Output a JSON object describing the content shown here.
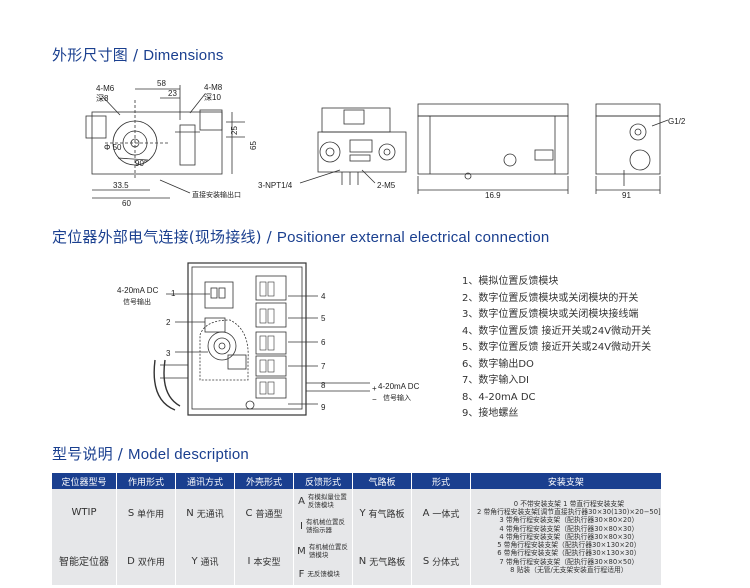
{
  "sections": {
    "dimensions": {
      "cn": "外形尺寸图",
      "sep": " / ",
      "en": "Dimensions"
    },
    "connection": {
      "cn": "定位器外部电气连接(现场接线)",
      "sep": " / ",
      "en": "Positioner external electrical connection"
    },
    "model": {
      "cn": "型号说明",
      "sep": " / ",
      "en": "Model description"
    }
  },
  "dim_labels": {
    "m6": "4-M6",
    "m6depth": "深8",
    "w58": "58",
    "w23": "23",
    "m8": "4-M8",
    "m8depth": "深10",
    "h25": "25",
    "h65": "65",
    "dia50": "Φ 50",
    "angle": "90°",
    "w33": "33.5",
    "w60": "60",
    "bracket": "直接安装输出口",
    "npt": "3-NPT1/4",
    "m5": "2-M5",
    "w169": "16.9",
    "g12": "G1/2",
    "w91": "91"
  },
  "wiring": {
    "top_left_lines": [
      "4-20mA DC",
      "信号输出"
    ],
    "right_lines": [
      "4-20mA DC",
      "信号输入"
    ],
    "numbers": [
      "1",
      "2",
      "3",
      "4",
      "5",
      "6",
      "7",
      "8",
      "9"
    ],
    "plus": "+",
    "minus": "−"
  },
  "legend": [
    "1、模拟位置反馈模块",
    "2、数字位置反馈模块或关闭模块的开关",
    "3、数字位置反馈模块或关闭模块接线端",
    "4、数字位置反馈 接近开关或24V微动开关",
    "5、数字位置反馈 接近开关或24V微动开关",
    "6、数字输出DO",
    "7、数字输入DI",
    "8、4-20mA DC",
    "9、接地螺丝"
  ],
  "model_table": {
    "headers": [
      "定位器型号",
      "作用形式",
      "通讯方式",
      "外壳形式",
      "反馈形式",
      "气路板",
      "形式",
      "安装支架"
    ],
    "model_names": [
      "WTIP",
      "智能定位器"
    ],
    "action": [
      {
        "k": "S",
        "v": "单作用"
      },
      {
        "k": "D",
        "v": "双作用"
      }
    ],
    "comm": [
      {
        "k": "N",
        "v": "无通讯"
      },
      {
        "k": "Y",
        "v": "通讯"
      }
    ],
    "housing": [
      {
        "k": "C",
        "v": "普通型"
      },
      {
        "k": "I",
        "v": "本安型"
      }
    ],
    "feedback": [
      {
        "k": "A",
        "v": "有模拟量位置反馈模块"
      },
      {
        "k": "I",
        "v": "有机械位置反馈指示器"
      },
      {
        "k": "M",
        "v": "有机械位置反馈模块"
      },
      {
        "k": "F",
        "v": "无反馈模块"
      }
    ],
    "air": [
      {
        "k": "Y",
        "v": "有气路板"
      },
      {
        "k": "N",
        "v": "无气路板"
      }
    ],
    "form": [
      {
        "k": "A",
        "v": "一体式"
      },
      {
        "k": "S",
        "v": "分体式"
      }
    ],
    "mount": [
      "0  不带安装支架          1  带直行程安装支架",
      "2  带角行程安装支架[调节直接执行器30×30(130)×20−50]",
      "3  带角行程安装支架（配执行器30×80×20）",
      "4  带角行程安装支架（配执行器30×80×30）",
      "4  带角行程安装支架（配执行器30×80×30）",
      "5  带角行程安装支架（配执行器30×130×20）",
      "6  带角行程安装支架（配执行器30×130×30）",
      "7  带角行程安装支架（配执行器30×80×50）",
      "8  贴装（无管/无支架安装直行程适用）"
    ]
  }
}
